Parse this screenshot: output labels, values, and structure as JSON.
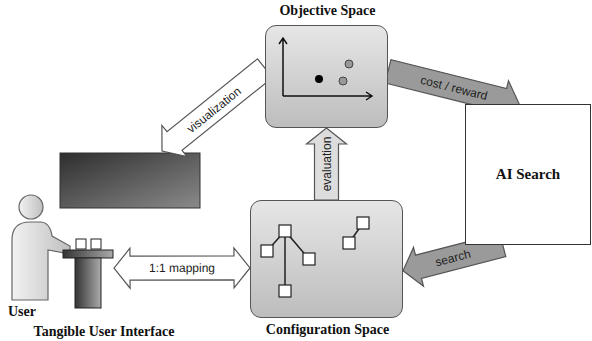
{
  "diagram": {
    "nodes": [
      {
        "text": [
          "Objective Space"
        ]
      },
      {
        "text": [
          "AI Search"
        ]
      },
      {
        "text": [
          "Tangible User Interface"
        ]
      },
      {
        "text": [
          "Configuration Space"
        ]
      }
    ],
    "edges": [
      {
        "from": 0,
        "to": 1,
        "label": "cost / reward",
        "arrow": "to"
      },
      {
        "from": 1,
        "to": 3,
        "label": "search",
        "arrow": "to"
      },
      {
        "from": 3,
        "to": 0,
        "label": "evaluation",
        "arrow": "to"
      },
      {
        "from": 2,
        "to": 3,
        "label": "1:1 mapping",
        "arrow": "both"
      }
    ],
    "labels": [
      "visualization",
      "User"
    ]
  }
}
